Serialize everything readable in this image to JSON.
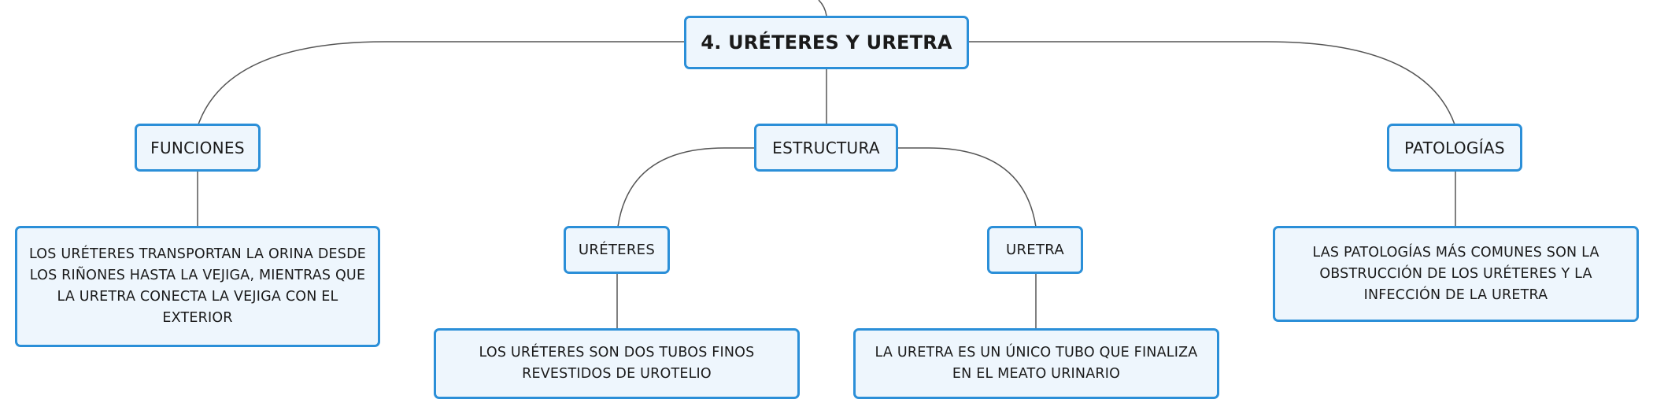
{
  "root": {
    "label": "4. URÉTERES Y URETRA"
  },
  "branches": {
    "funciones": {
      "label": "FUNCIONES",
      "detail": [
        "LOS URÉTERES TRANSPORTAN LA ORINA DESDE",
        "LOS RIÑONES HASTA LA VEJIGA, MIENTRAS QUE",
        "LA URETRA CONECTA LA VEJIGA CON EL",
        "EXTERIOR"
      ]
    },
    "estructura": {
      "label": "ESTRUCTURA",
      "ureteres": {
        "label": "URÉTERES",
        "detail": [
          "LOS URÉTERES SON DOS TUBOS FINOS",
          "REVESTIDOS DE UROTELIO"
        ]
      },
      "uretra": {
        "label": "URETRA",
        "detail": [
          "LA URETRA ES UN ÚNICO TUBO QUE FINALIZA",
          "EN EL MEATO URINARIO"
        ]
      }
    },
    "patologias": {
      "label": "PATOLOGÍAS",
      "detail": [
        "LAS PATOLOGÍAS MÁS COMUNES SON LA",
        "OBSTRUCCIÓN DE LOS URÉTERES Y LA",
        "INFECCIÓN DE LA URETRA"
      ]
    }
  },
  "colors": {
    "node_border": "#2b8fd8",
    "node_fill": "#eef6fd",
    "connector": "#555555"
  }
}
